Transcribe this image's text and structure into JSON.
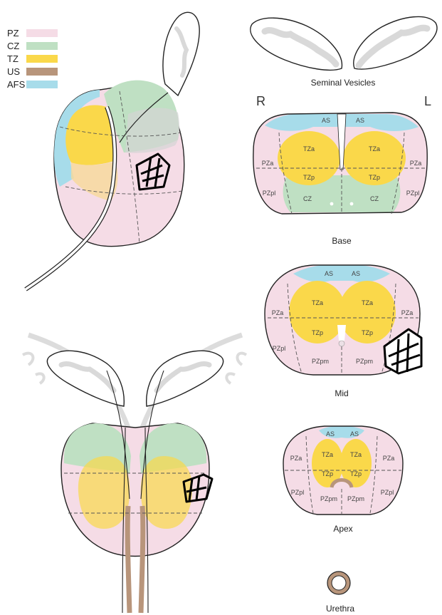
{
  "legend": [
    {
      "label": "PZ",
      "color": "#f5dce6"
    },
    {
      "label": "CZ",
      "color": "#bfe0c3"
    },
    {
      "label": "TZ",
      "color": "#fad84a"
    },
    {
      "label": "US",
      "color": "#b8957b"
    },
    {
      "label": "AFS",
      "color": "#a7dcea"
    }
  ],
  "colors": {
    "pz": "#f5dce6",
    "cz": "#bfe0c3",
    "tz": "#fad84a",
    "us": "#b8957b",
    "afs": "#a7dcea",
    "seminal": "#d9d9d9"
  },
  "orientation": {
    "right": "R",
    "left": "L"
  },
  "captions": {
    "seminal": "Seminal Vesicles",
    "base": "Base",
    "mid": "Mid",
    "apex": "Apex",
    "urethra": "Urethra"
  },
  "zones": {
    "base": {
      "as_r": "AS",
      "as_l": "AS",
      "tza_r": "TZa",
      "tza_l": "TZa",
      "tzp_r": "TZp",
      "tzp_l": "TZp",
      "pza_r": "PZa",
      "pza_l": "PZa",
      "pzpl_r": "PZpl",
      "pzpl_l": "PZpl",
      "cz_r": "CZ",
      "cz_l": "CZ"
    },
    "mid": {
      "as_r": "AS",
      "as_l": "AS",
      "tza_r": "TZa",
      "tza_l": "TZa",
      "tzp_r": "TZp",
      "tzp_l": "TZp",
      "pza_r": "PZa",
      "pza_l": "PZa",
      "pzpl_r": "PZpl",
      "pzpm_r": "PZpm",
      "pzpm_l": "PZpm"
    },
    "apex": {
      "as_r": "AS",
      "as_l": "AS",
      "tza_r": "TZa",
      "tza_l": "TZa",
      "tzp_r": "TZp",
      "tzp_l": "TZp",
      "pza_r": "PZa",
      "pza_l": "PZa",
      "pzpl_r": "PZpl",
      "pzpl_l": "PZpl",
      "pzpm_r": "PZpm",
      "pzpm_l": "PZpm"
    }
  }
}
